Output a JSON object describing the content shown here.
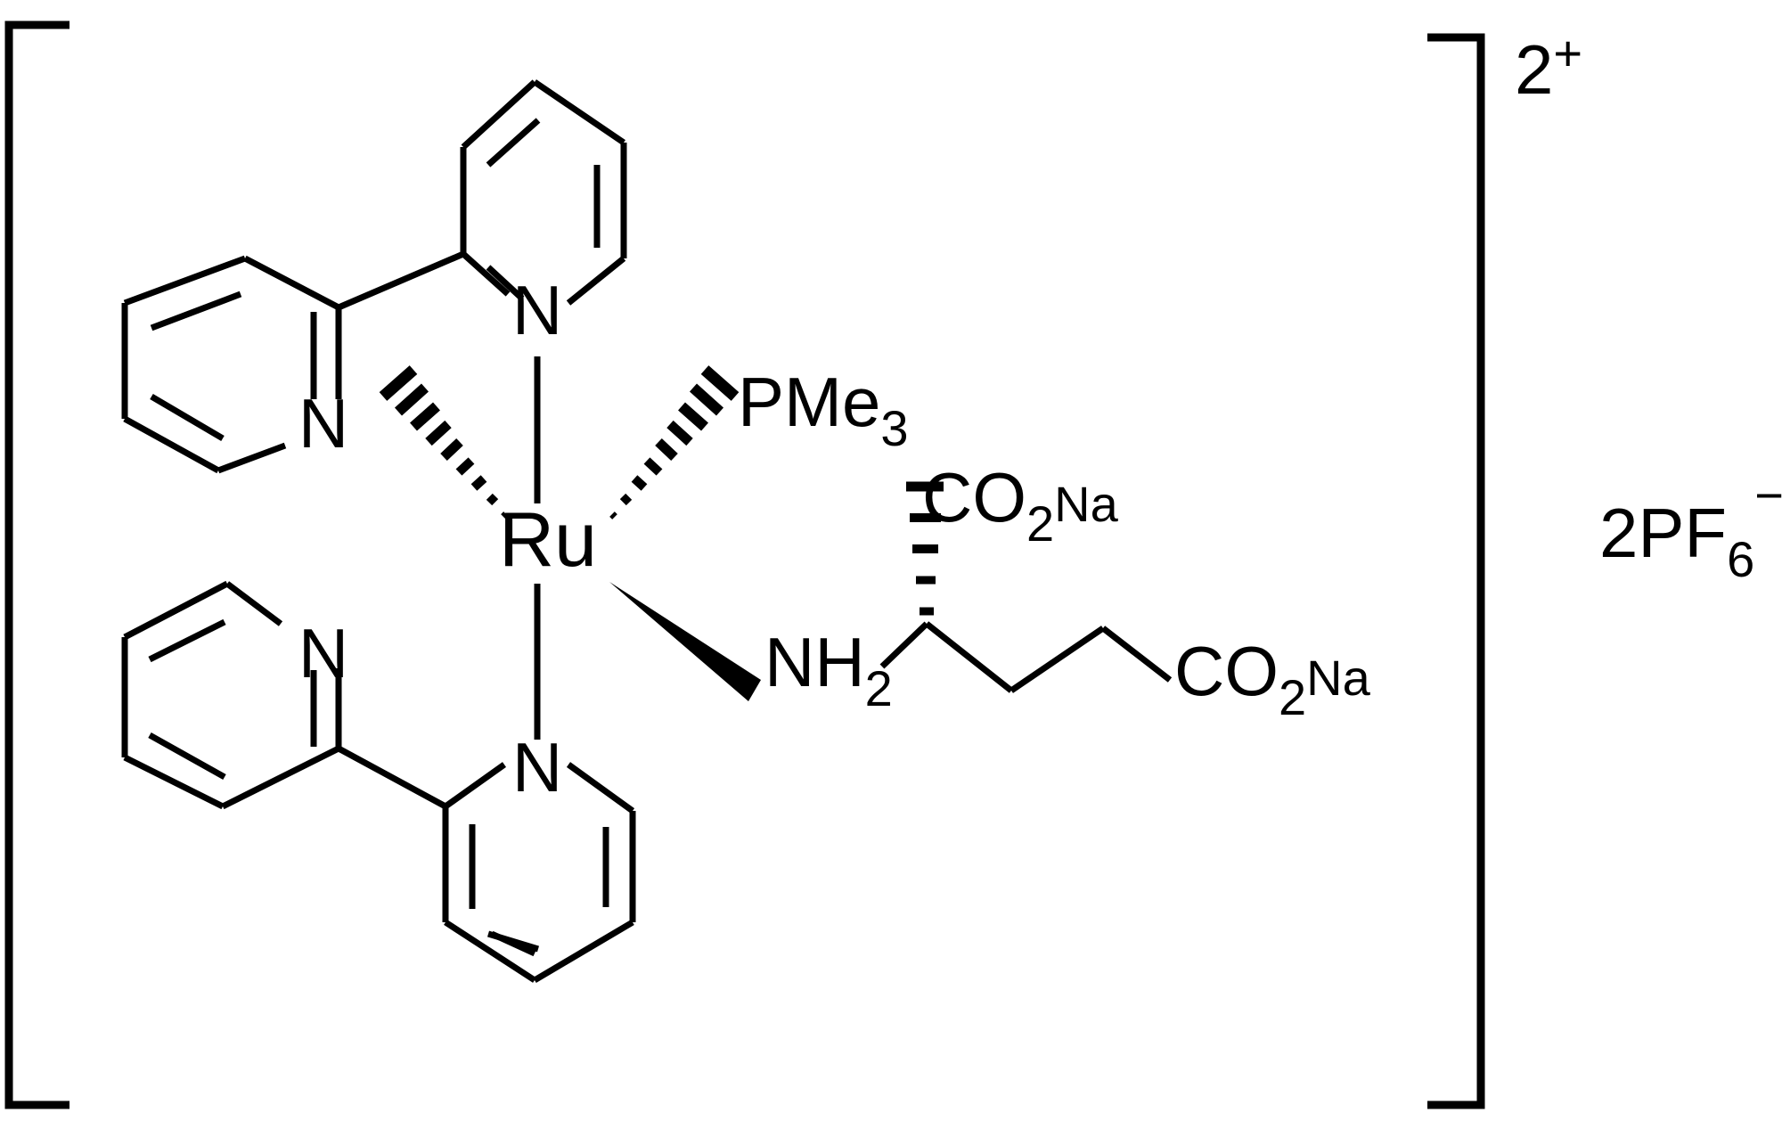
{
  "diagram": {
    "title": "Ruthenium bipyridine amino-acid complex structure",
    "type": "chemical-structure",
    "charge_label": "2",
    "charge_superscript": "+",
    "counterion": {
      "prefix": "2PF",
      "subscript": "6",
      "superscript": "−"
    },
    "metal_center": {
      "symbol": "Ru"
    },
    "ligands": {
      "phosphine": {
        "base": "PMe",
        "subscript": "3"
      },
      "amine": {
        "base": "NH",
        "subscript": "2"
      },
      "carboxylate_alpha": {
        "base": "CO",
        "subscript": "2",
        "tail": "Na"
      },
      "carboxylate_gamma": {
        "base": "CO",
        "subscript": "2",
        "tail": "Na"
      }
    },
    "nitrogen_labels": [
      {
        "id": "bpy1-n-upper",
        "symbol": "N"
      },
      {
        "id": "bpy1-n-lower",
        "symbol": "N"
      },
      {
        "id": "bpy2-n-upper",
        "symbol": "N"
      },
      {
        "id": "bpy2-n-lower",
        "symbol": "N"
      }
    ],
    "bracket": {
      "left": "[",
      "right": "]"
    },
    "colors": {
      "ink": "#000000",
      "background": "#ffffff"
    }
  }
}
